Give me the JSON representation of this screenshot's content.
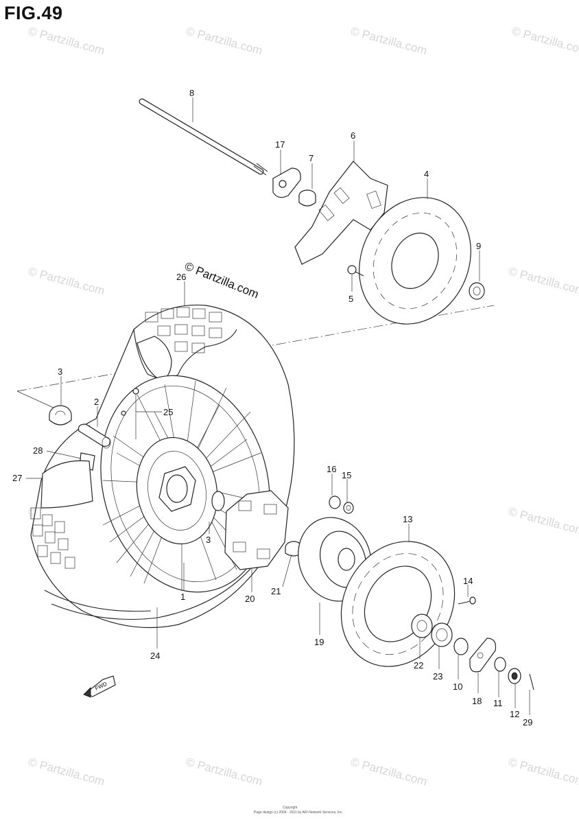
{
  "figure_title": "FIG.49",
  "watermark": "© Partzilla.com",
  "center_watermark": "© Partzilla.com",
  "copyright_line1": "Copyright",
  "copyright_line2": "Page design (c) 2004 - 2011 by ARI Network Services, Inc.",
  "fwd_label": "FWD",
  "callouts": {
    "c1": "1",
    "c2": "2",
    "c3a": "3",
    "c3b": "3",
    "c4": "4",
    "c5": "5",
    "c6": "6",
    "c7": "7",
    "c8": "8",
    "c9": "9",
    "c10": "10",
    "c11": "11",
    "c12": "12",
    "c13": "13",
    "c14": "14",
    "c15": "15",
    "c16": "16",
    "c17": "17",
    "c18": "18",
    "c19": "19",
    "c20": "20",
    "c21": "21",
    "c22": "22",
    "c23": "23",
    "c24": "24",
    "c25": "25",
    "c26": "26",
    "c27": "27",
    "c28": "28",
    "c29": "29"
  }
}
